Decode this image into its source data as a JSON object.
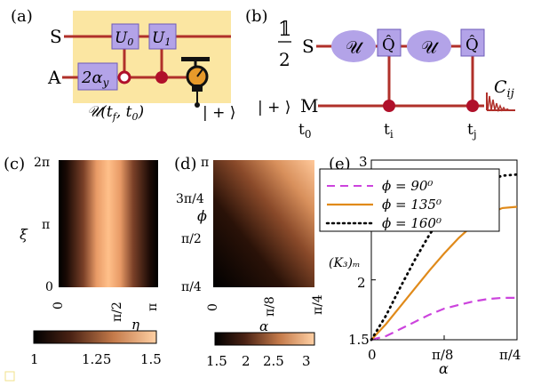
{
  "colors": {
    "wire": "#b0302a",
    "box": "#b3a3e8",
    "box_stroke": "#6d5bb8",
    "highlight": "#fbe6a2",
    "dot": "#b0102a",
    "series_90": "#cc44dd",
    "series_135": "#e08a1a",
    "series_160": "#000000"
  },
  "panel_a": {
    "label": "(a)",
    "wire_S": "S",
    "wire_A": "A",
    "gate_U0": "U",
    "gate_U0_sub": "0",
    "gate_U1": "U",
    "gate_U1_sub": "1",
    "gate_rot": "2α",
    "gate_rot_sub": "y",
    "evolution": "𝒰(t",
    "evolution_sub1": "f",
    "evolution_mid": ", t",
    "evolution_sub2": "0",
    "evolution_end": ")",
    "ket": "| + ⟩"
  },
  "panel_b": {
    "label": "(b)",
    "prefactor_num": "𝟙",
    "prefactor_den": "2",
    "wire_S": "S",
    "wire_M": "M",
    "ket": "| + ⟩",
    "gate_U": "𝒰",
    "gate_Q": "Q̂",
    "t0": "t",
    "t0_sub": "0",
    "ti": "t",
    "ti_sub": "i",
    "tj": "t",
    "tj_sub": "j",
    "corr": "C",
    "corr_sub": "ij"
  },
  "panel_c": {
    "label": "(c)",
    "ylabel": "ξ",
    "yticks": [
      "2π",
      "π",
      "0"
    ],
    "xticks": [
      "0",
      "π/2",
      "π"
    ],
    "xlabel": "η",
    "cbar_ticks": [
      "1",
      "1.25",
      "1.5"
    ]
  },
  "panel_d": {
    "label": "(d)",
    "ylabel": "ϕ",
    "yticks": [
      "π",
      "3π/4",
      "π/2",
      "π/4"
    ],
    "xticks": [
      "0",
      "π/8",
      "π/4"
    ],
    "xlabel": "α",
    "cbar_ticks": [
      "1.5",
      "2",
      "2.5",
      "3"
    ]
  },
  "chart_data": {
    "type": "line",
    "label": "(e)",
    "xlabel": "α",
    "ylabel": "(K₃)ₘ",
    "xticks": [
      "0",
      "π/8",
      "π/4"
    ],
    "yticks": [
      "1.5",
      "2",
      "3"
    ],
    "xlim": [
      0,
      0.7854
    ],
    "ylim": [
      1.5,
      3
    ],
    "x": [
      0,
      0.0785,
      0.1571,
      0.2356,
      0.3142,
      0.3927,
      0.4712,
      0.5498,
      0.6283,
      0.7069,
      0.7854
    ],
    "series": [
      {
        "name": "ϕ = 90⁰",
        "style": "dashed",
        "values": [
          1.5,
          1.53,
          1.59,
          1.65,
          1.71,
          1.76,
          1.79,
          1.82,
          1.84,
          1.85,
          1.85
        ]
      },
      {
        "name": "ϕ = 135⁰",
        "style": "solid",
        "values": [
          1.5,
          1.63,
          1.78,
          1.93,
          2.08,
          2.22,
          2.35,
          2.46,
          2.55,
          2.6,
          2.61
        ]
      },
      {
        "name": "ϕ = 160⁰",
        "style": "dotted",
        "values": [
          1.5,
          1.7,
          1.94,
          2.17,
          2.38,
          2.55,
          2.68,
          2.77,
          2.83,
          2.87,
          2.88
        ]
      }
    ],
    "legend_position": "top-left"
  }
}
